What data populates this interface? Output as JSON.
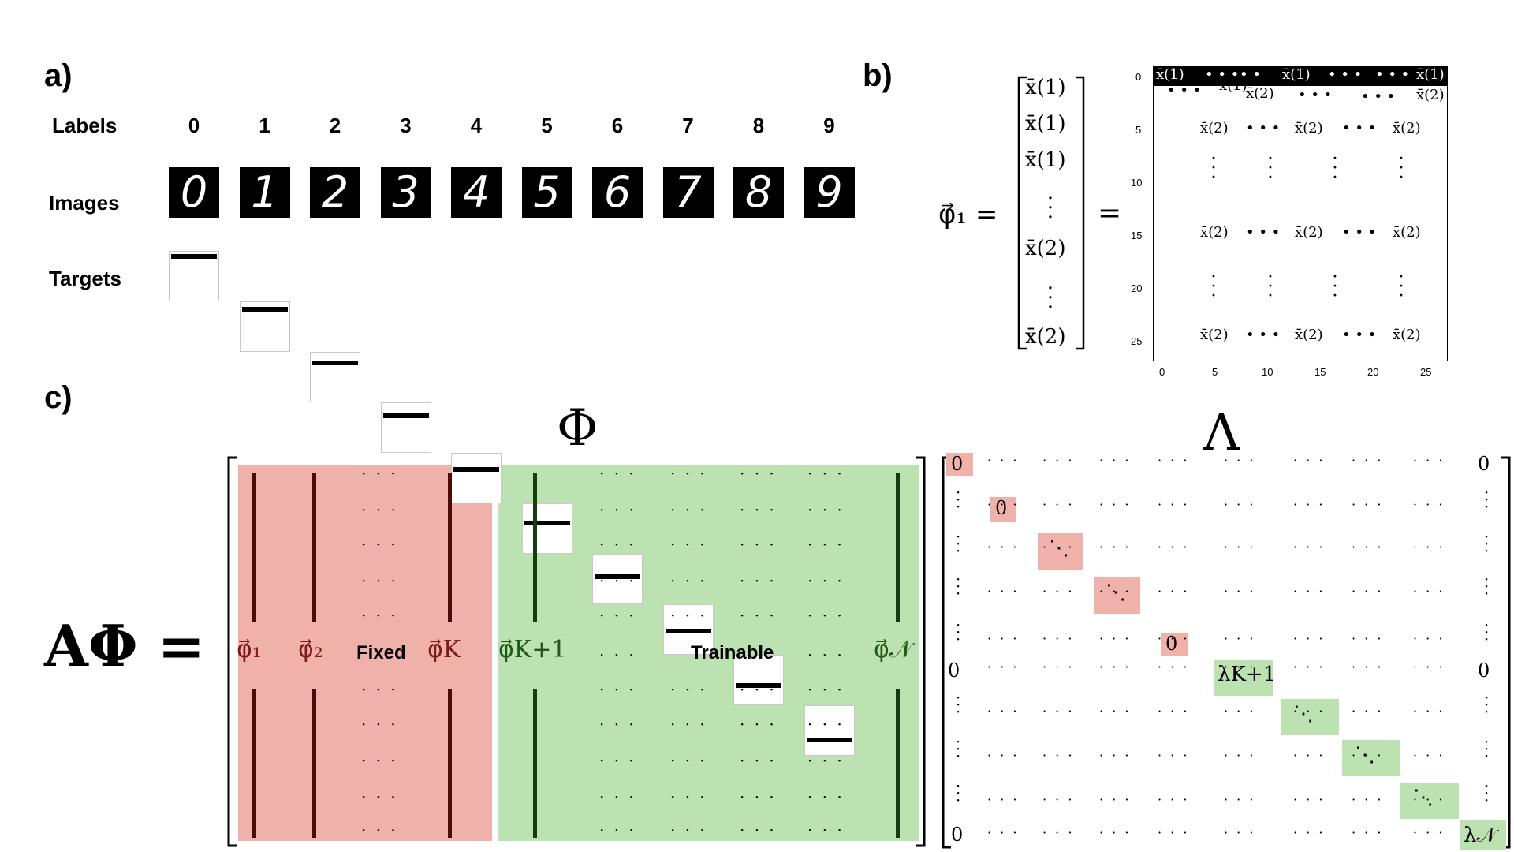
{
  "panels": {
    "a": "a)",
    "b": "b)",
    "c": "c)"
  },
  "panel_a": {
    "row_labels": {
      "labels": "Labels",
      "images": "Images",
      "targets": "Targets"
    },
    "digits": [
      "0",
      "1",
      "2",
      "3",
      "4",
      "5",
      "6",
      "7",
      "8",
      "9"
    ],
    "target_levels": [
      0.05,
      0.1,
      0.16,
      0.22,
      0.28,
      0.35,
      0.42,
      0.5,
      0.58,
      0.66
    ]
  },
  "panel_b": {
    "lhs": "φ⃗₁ =",
    "vector_entries": [
      "x̄(1)",
      "x̄(1)",
      "x̄(1)",
      "x̄(2)",
      "x̄(2)"
    ],
    "equals": "=",
    "matrix_cells": {
      "x1": "x̄(1)",
      "x2": "x̄(2)"
    },
    "axis_ticks": [
      "0",
      "5",
      "10",
      "15",
      "20",
      "25"
    ]
  },
  "panel_c": {
    "lhs": "AΦ =",
    "phi": "Φ",
    "lambda": "Λ",
    "fixed_label": "Fixed",
    "trainable_label": "Trainable",
    "fixed_columns": [
      "φ⃗₁",
      "φ⃗₂",
      "φ⃗K"
    ],
    "trainable_columns": [
      "φ⃗K+1",
      "φ⃗𝒩"
    ],
    "zero": "0",
    "lambda_k1": "λK+1",
    "lambda_n": "λ𝒩",
    "colors": {
      "fixed": "#f0b1ab",
      "trainable": "#bde2b1",
      "fixed_line": "#4a0b0b",
      "trainable_line": "#133d0e"
    }
  }
}
